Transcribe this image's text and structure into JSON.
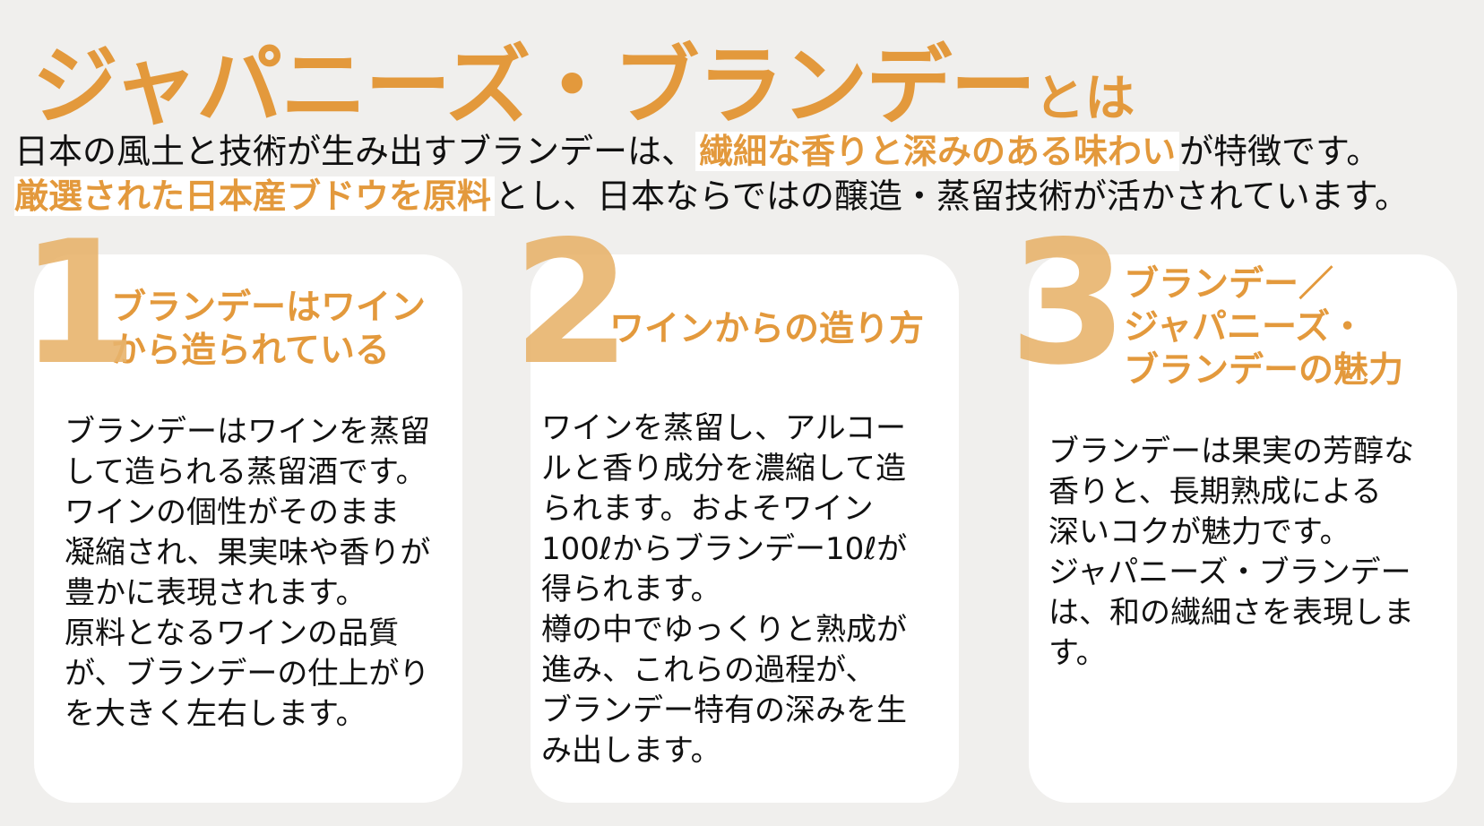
{
  "title": {
    "main": "ジャパニーズ・ブランデー",
    "suffix": "とは"
  },
  "intro": {
    "line1_a": "日本の風土と技術が生み出すブランデーは、",
    "line1_hl": "繊細な香りと深みのある味わい",
    "line1_b": "が特徴です。",
    "line2_hl": "厳選された日本産ブドウを原料",
    "line2_b": "とし、日本ならではの醸造・蒸留技術が活かされています。"
  },
  "cards": [
    {
      "number": "1",
      "title": "ブランデーはワイン\nから造られている",
      "body": "ブランデーはワインを蒸留\nして造られる蒸留酒です。\nワインの個性がそのまま\n凝縮され、果実味や香りが\n豊かに表現されます。\n原料となるワインの品質\nが、ブランデーの仕上がり\nを大きく左右します。"
    },
    {
      "number": "2",
      "title": "ワインからの造り方",
      "body": "ワインを蒸留し、アルコー\nルと香り成分を濃縮して造\nられます。およそワイン\n100ℓからブランデー10ℓが\n得られます。\n樽の中でゆっくりと熟成が\n進み、これらの過程が、\nブランデー特有の深みを生\nみ出します。"
    },
    {
      "number": "3",
      "title": "ブランデー／\nジャパニーズ・\nブランデーの魅力",
      "body": "ブランデーは果実の芳醇な\n香りと、長期熟成による\n深いコクが魅力です。\nジャパニーズ・ブランデー\nは、和の繊細さを表現しま\nす。"
    }
  ],
  "colors": {
    "accent": "#e3993c",
    "number": "#e8b46d",
    "background": "#f0efed",
    "card": "#ffffff"
  }
}
